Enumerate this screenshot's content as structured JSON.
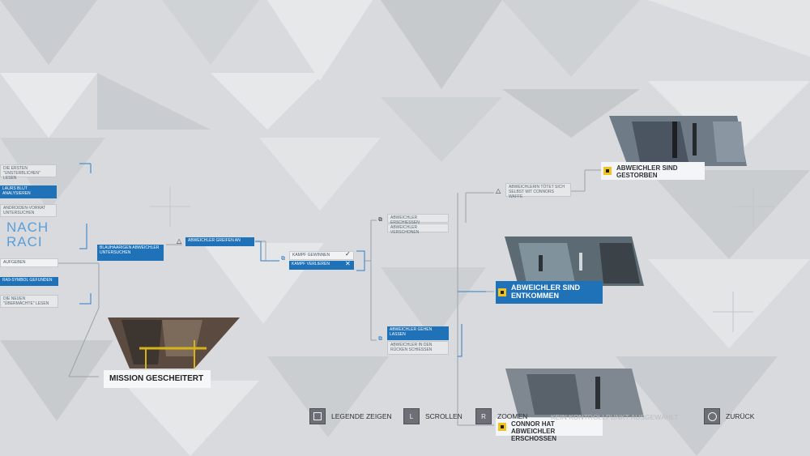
{
  "flowchart": {
    "left_list": [
      "DIE ERSTEN \"UNSTERBLICHEN\" LESEN",
      "LAURS BLUT ANALYSIEREN",
      "ANDROIDEN-VORRAT UNTERSUCHEN",
      "AUFGEBEN",
      "RA9-SYMBOL GEFUNDEN",
      "DIE NEUEN \"ÜBERMÄCHTE\" LESEN"
    ],
    "big_title_line1": "NACH",
    "big_title_line2": "RACI",
    "investigate": "BLAUHAARIGEN ABWEICHLER UNTERSUCHEN",
    "attack": "ABWEICHLER GREIFEN AN",
    "fight_win": "KAMPF GEWINNEN",
    "fight_lose": "KAMPF VERLIEREN",
    "shoot": "ABWEICHLER ERSCHIESSEN",
    "spare": "ABWEICHLER VERSCHONEN",
    "killed_self": "ABWEICHLERIN TÖTET SICH SELBST MIT CONNORS WAFFE",
    "let_go": "ABWEICHLER GEHEN LASSEN",
    "back_shoot": "ABWEICHLER IN DEN RÜCKEN SCHIESSEN",
    "mission_failed": "MISSION GESCHEITERT"
  },
  "outcomes": {
    "died": "ABWEICHLER SIND GESTORBEN",
    "escaped": "ABWEICHLER SIND ENTKOMMEN",
    "shot": "CONNOR HAT ABWEICHLER ERSCHOSSEN"
  },
  "controls": {
    "legend": "LEGENDE ZEIGEN",
    "scroll": "SCROLLEN",
    "zoom": "ZOOMEN",
    "none_selected": "KEIN KONTROLLPUNKT AUSGEWÄHLT",
    "back": "ZURÜCK",
    "legend_icon": "square-button",
    "scroll_icon": "L",
    "zoom_icon": "R",
    "back_icon": "circle-button"
  },
  "colors": {
    "accent": "#1f72b8",
    "lock": "#f3c21b",
    "background": "#d8dadd"
  }
}
